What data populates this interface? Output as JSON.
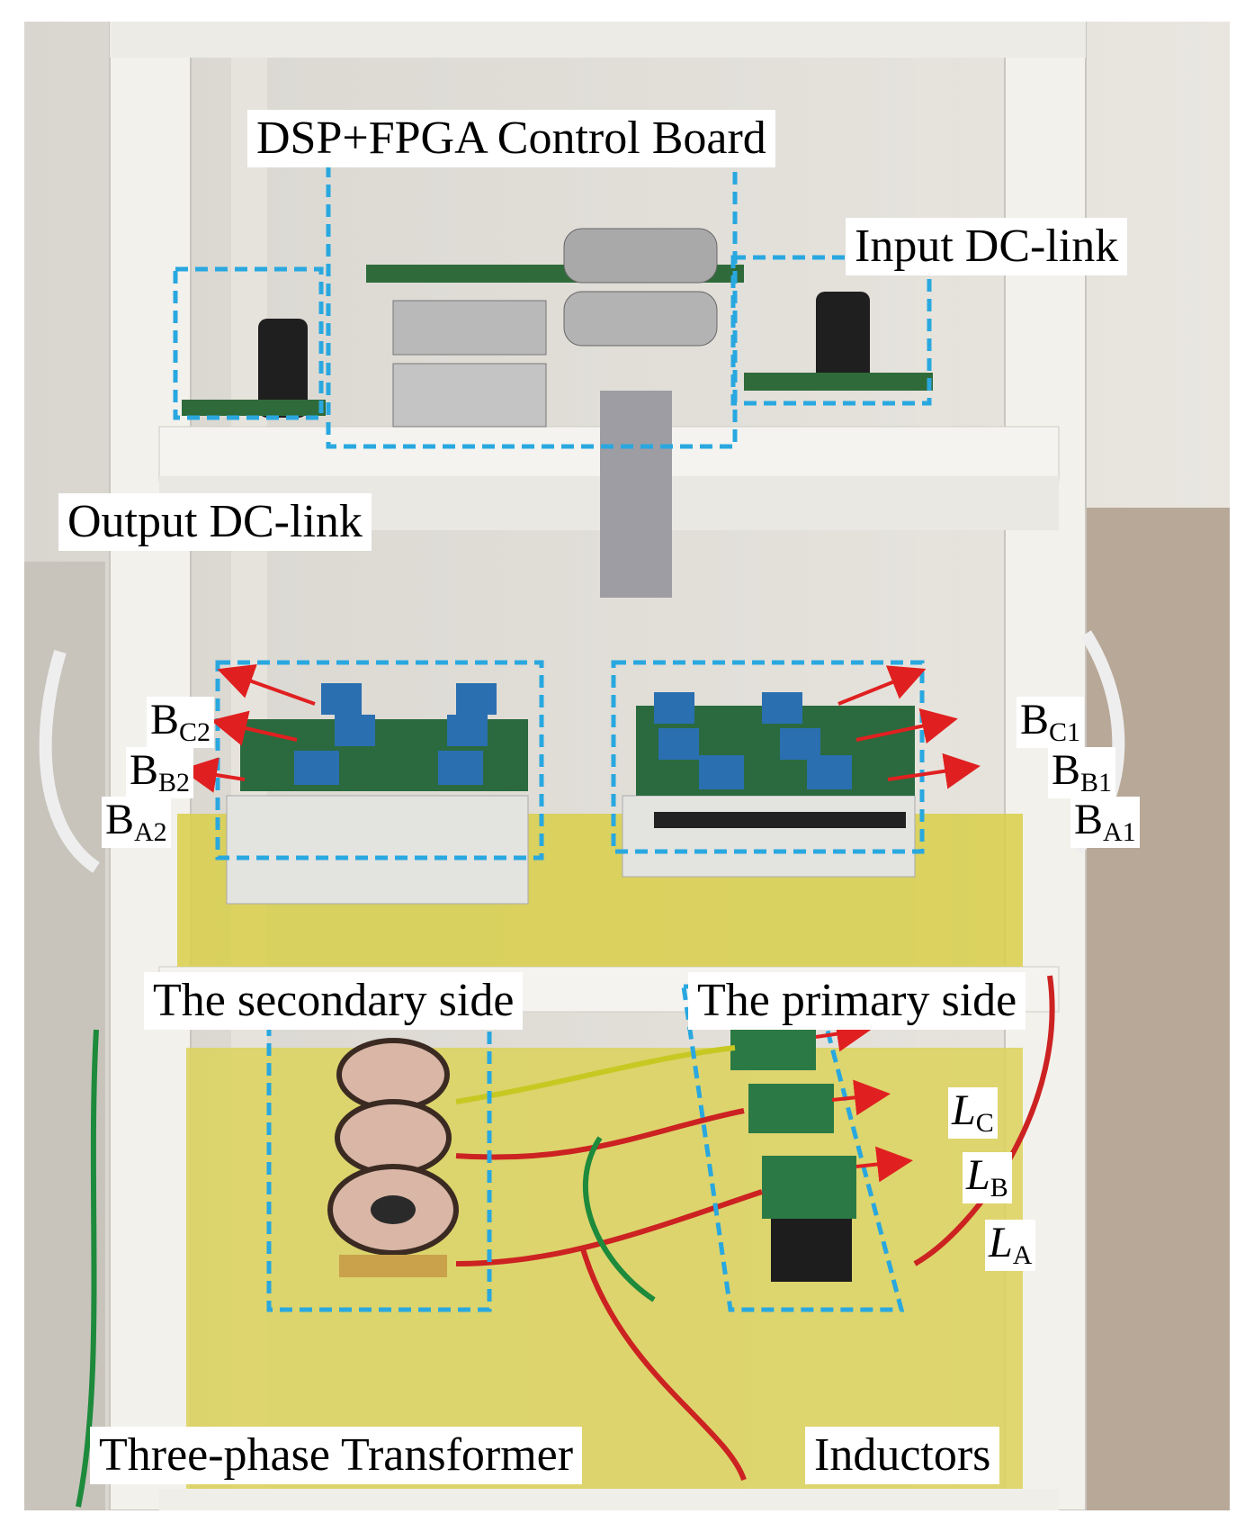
{
  "labels": {
    "control_board": "DSP+FPGA Control Board",
    "input_dc_link": "Input DC-link",
    "output_dc_link": "Output DC-link",
    "secondary_side": "The secondary side",
    "primary_side": "The primary side",
    "transformer": "Three-phase Transformer",
    "inductors": "Inductors"
  },
  "terminals": {
    "bc2": {
      "main": "B",
      "sub": "C2"
    },
    "bb2": {
      "main": "B",
      "sub": "B2"
    },
    "ba2": {
      "main": "B",
      "sub": "A2"
    },
    "bc1": {
      "main": "B",
      "sub": "C1"
    },
    "bb1": {
      "main": "B",
      "sub": "B1"
    },
    "ba1": {
      "main": "B",
      "sub": "A1"
    },
    "lc": {
      "main": "L",
      "sub": "C"
    },
    "lb": {
      "main": "L",
      "sub": "B"
    },
    "la": {
      "main": "L",
      "sub": "A"
    }
  },
  "colors": {
    "box_outline": "#29a8e0",
    "arrow": "#e02020",
    "label_bg": "#ffffff"
  }
}
